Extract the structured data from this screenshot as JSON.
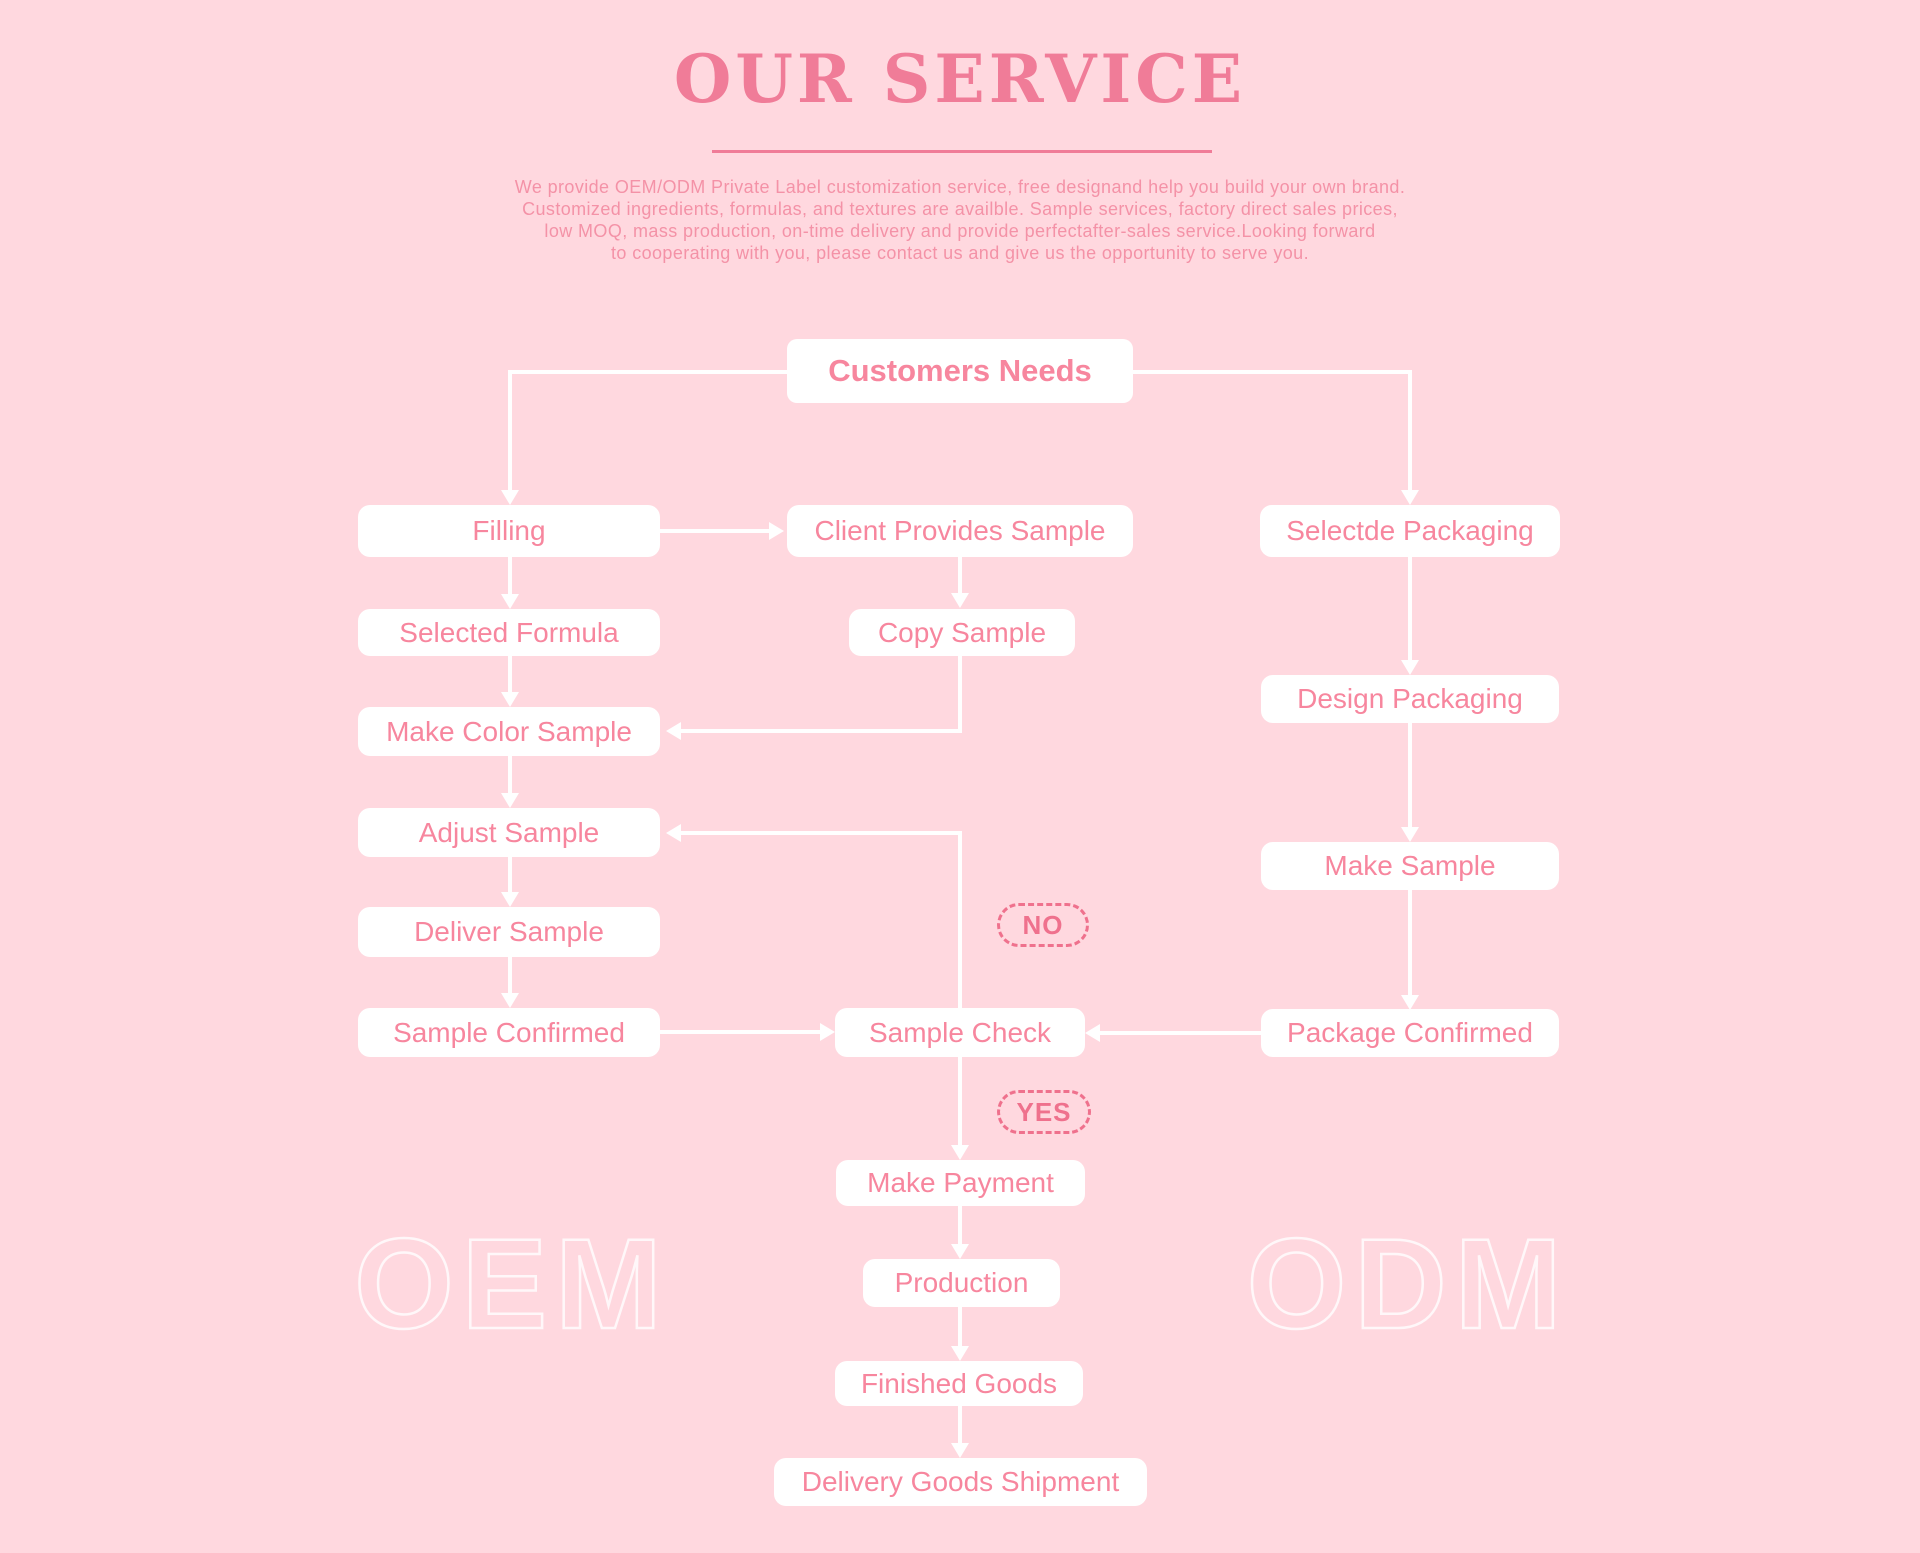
{
  "header": {
    "title": "OUR SERVICE",
    "description_lines": [
      "We provide OEM/ODM Private Label customization service, free designand help you build your own brand.",
      "Customized ingredients, formulas, and textures are availble. Sample services, factory direct sales prices,",
      "low MOQ, mass production, on-time delivery and provide perfectafter-sales service.Looking forward",
      "to cooperating with you, please contact us and give us the opportunity to serve you."
    ]
  },
  "flowchart": {
    "nodes": [
      {
        "id": "customers-needs",
        "label": "Customers Needs"
      },
      {
        "id": "filling",
        "label": "Filling"
      },
      {
        "id": "client-provides-sample",
        "label": "Client Provides Sample"
      },
      {
        "id": "selectde-packaging",
        "label": "Selectde Packaging"
      },
      {
        "id": "selected-formula",
        "label": "Selected Formula"
      },
      {
        "id": "copy-sample",
        "label": "Copy Sample"
      },
      {
        "id": "make-color-sample",
        "label": "Make Color Sample"
      },
      {
        "id": "design-packaging",
        "label": "Design Packaging"
      },
      {
        "id": "adjust-sample",
        "label": "Adjust Sample"
      },
      {
        "id": "make-sample",
        "label": "Make Sample"
      },
      {
        "id": "deliver-sample",
        "label": "Deliver Sample"
      },
      {
        "id": "sample-confirmed",
        "label": "Sample Confirmed"
      },
      {
        "id": "sample-check",
        "label": "Sample Check"
      },
      {
        "id": "package-confirmed",
        "label": "Package Confirmed"
      },
      {
        "id": "make-payment",
        "label": "Make Payment"
      },
      {
        "id": "production",
        "label": "Production"
      },
      {
        "id": "finished-goods",
        "label": "Finished Goods"
      },
      {
        "id": "delivery-goods-shipment",
        "label": "Delivery Goods Shipment"
      }
    ],
    "decisions": [
      {
        "id": "no",
        "label": "NO"
      },
      {
        "id": "yes",
        "label": "YES"
      }
    ],
    "watermarks": [
      {
        "id": "oem",
        "label": "OEM"
      },
      {
        "id": "odm",
        "label": "ODM"
      }
    ]
  },
  "colors": {
    "bg": "#ffd8df",
    "box-bg": "#ffffff",
    "box-text": "#f7869e",
    "title": "#f07c98",
    "paragraph": "#f492a7",
    "decision": "#ef718d",
    "line": "#ffffff"
  }
}
